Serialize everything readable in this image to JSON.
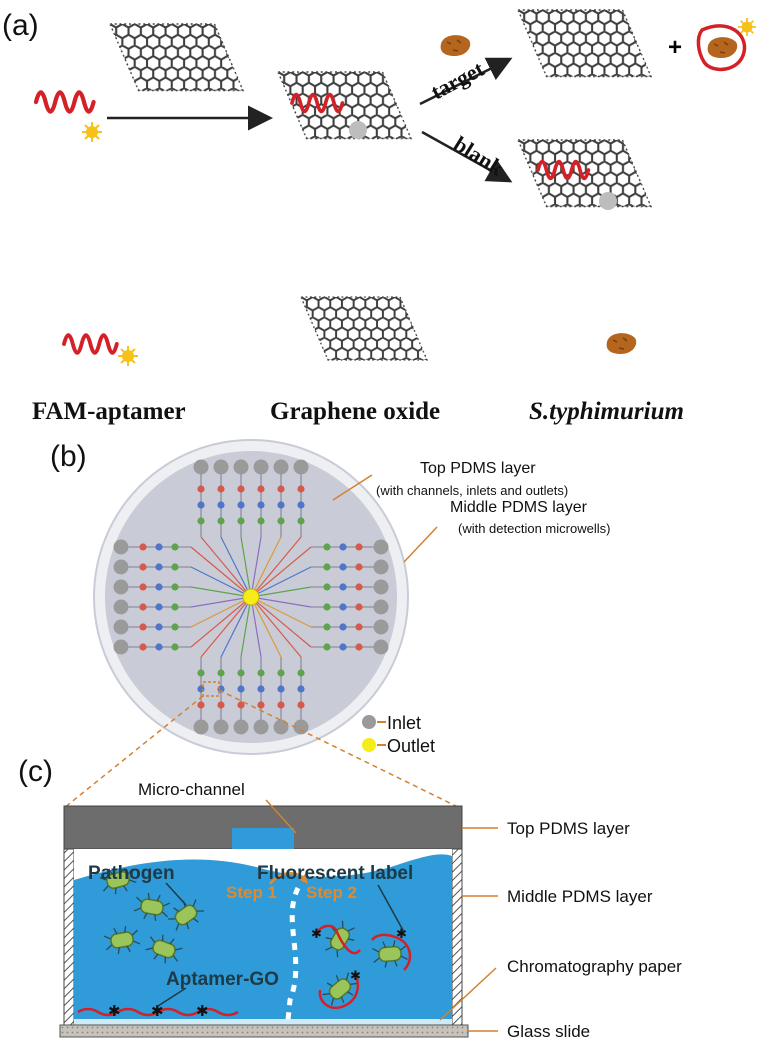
{
  "panel_a": {
    "label": "(a)",
    "arrow_target_label": "target",
    "arrow_blank_label": "blank",
    "plus_sign": "+",
    "legend": {
      "fam_aptamer": "FAM-aptamer",
      "graphene_oxide": "Graphene oxide",
      "pathogen": "S.typhimurium"
    }
  },
  "panel_b": {
    "label": "(b)",
    "top_layer_title": "Top PDMS layer",
    "top_layer_note": "(with channels, inlets and outlets)",
    "middle_layer_title": "Middle PDMS layer",
    "middle_layer_note": "(with detection microwells)",
    "legend_inlet": "Inlet",
    "legend_outlet": "Outlet"
  },
  "panel_c": {
    "label": "(c)",
    "micro_channel": "Micro-channel",
    "top_pdms": "Top PDMS layer",
    "middle_pdms": "Middle PDMS layer",
    "chromatography_paper": "Chromatography paper",
    "glass_slide": "Glass slide",
    "pathogen": "Pathogen",
    "fluorescent_label": "Fluorescent label",
    "step1": "Step 1",
    "step2": "Step 2",
    "aptamer_go": "Aptamer-GO"
  },
  "colors": {
    "aptamer_red": "#d42027",
    "fam_yellow": "#f6c21a",
    "graphene_gray": "#3e3e3e",
    "pathogen_brown": "#b4651e",
    "chip_gray": "#c9ccd6",
    "fluid_blue": "#2f9bd8",
    "step_orange": "#e08a2e",
    "bacteria_green": "#9bc45a",
    "leader_orange": "#d4812f"
  },
  "icons": [
    "graphene-sheet-icon",
    "aptamer-wave-icon",
    "fam-dye-icon",
    "bacterium-icon"
  ]
}
